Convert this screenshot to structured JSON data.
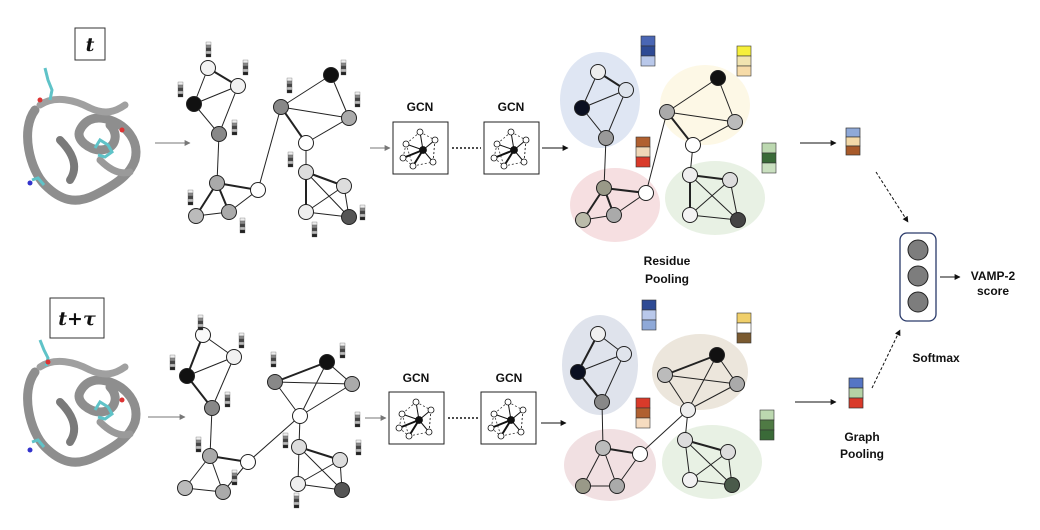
{
  "row_top": {
    "time_label": "t",
    "gcn_labels": [
      "GCN",
      "GCN"
    ]
  },
  "row_bottom": {
    "time_label": "t+τ",
    "gcn_labels": [
      "GCN",
      "GCN"
    ]
  },
  "residue_pooling_label": "Residue\nPooling",
  "graph_pooling_label": "Graph\nPooling",
  "softmax_label": "Softmax",
  "vamp_label": "VAMP-2\nscore",
  "colors": {
    "cluster_blue": "#dfe6f3",
    "cluster_yellow": "#fdf8e6",
    "cluster_red": "#f6dfe1",
    "cluster_green": "#e8f1e4",
    "cluster_brown": "#ece6dc",
    "protein": "#8e8e8e",
    "sidechain": "#5fc3c8"
  },
  "icons": [
    "protein-structure-icon",
    "graph-icon",
    "gcn-icon",
    "feature-vector-icon",
    "softmax-node-icon"
  ]
}
